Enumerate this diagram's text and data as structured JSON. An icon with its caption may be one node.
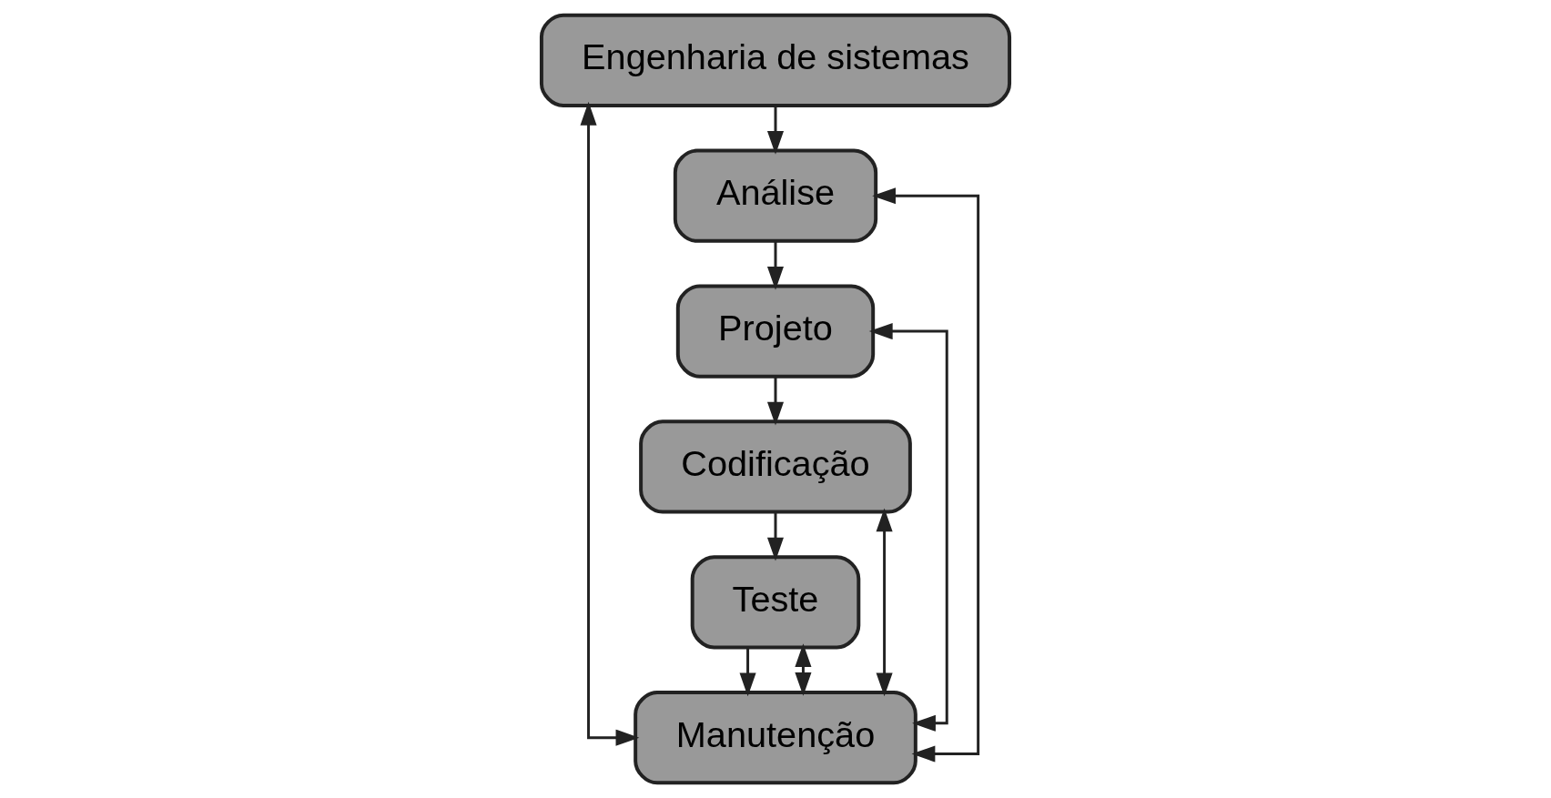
{
  "diagram": {
    "nodes": [
      {
        "text": [
          "Engenharia de sistemas"
        ]
      },
      {
        "text": [
          "Análise"
        ]
      },
      {
        "text": [
          "Projeto"
        ]
      },
      {
        "text": [
          "Codificação"
        ]
      },
      {
        "text": [
          "Teste"
        ]
      },
      {
        "text": [
          "Manutenção"
        ]
      }
    ],
    "edges": [
      {
        "from": 0,
        "to": 1,
        "arrow": "to"
      },
      {
        "from": 1,
        "to": 2,
        "arrow": "to"
      },
      {
        "from": 2,
        "to": 3,
        "arrow": "to"
      },
      {
        "from": 3,
        "to": 4,
        "arrow": "to"
      },
      {
        "from": 4,
        "to": 5,
        "arrow": "to"
      },
      {
        "from": 5,
        "to": 0,
        "arrow": "both"
      },
      {
        "from": 5,
        "to": 1,
        "arrow": "both"
      },
      {
        "from": 5,
        "to": 2,
        "arrow": "both"
      },
      {
        "from": 5,
        "to": 3,
        "arrow": "both"
      },
      {
        "from": 5,
        "to": 4,
        "arrow": "both"
      }
    ]
  }
}
